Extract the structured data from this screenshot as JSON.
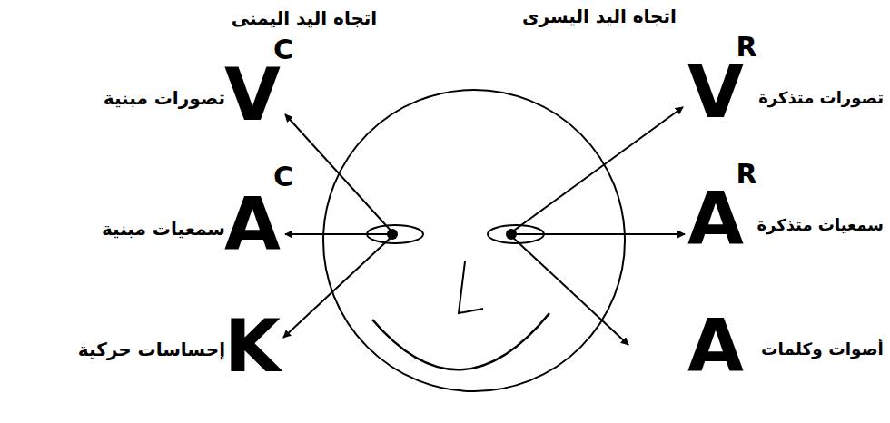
{
  "diagram": {
    "labels": [
      "اتجاه اليد اليمنى",
      "اتجاه اليد اليسرى",
      "C",
      "R",
      "V",
      "تصورات مبنية",
      "V",
      "تصورات متذكرة",
      "C",
      "R",
      "A",
      "سمعيات مبنية",
      "A",
      "سمعيات متذكرة",
      "K",
      "إحساسات حركية",
      "A",
      "أصوات وكلمات"
    ]
  }
}
